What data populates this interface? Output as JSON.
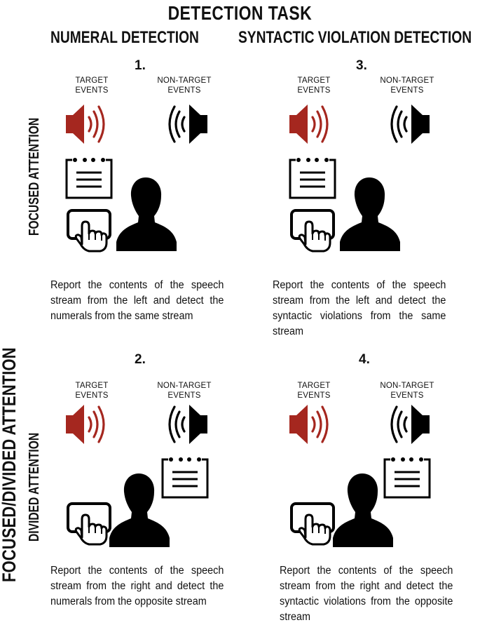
{
  "title": "DETECTION TASK",
  "columns": [
    "NUMERAL DETECTION",
    "SYNTACTIC VIOLATION DETECTION"
  ],
  "row_group_label": "FOCUSED/DIVIDED ATTENTION",
  "rows": [
    "FOCUSED ATTENTION",
    "DIVIDED ATTENTION"
  ],
  "colors": {
    "target_speaker": "#a5271f",
    "non_target_speaker": "#000000"
  },
  "panels": [
    {
      "number": "1.",
      "target_label": "TARGET\nEVENTS",
      "non_target_label": "NON-TARGET\nEVENTS",
      "description": "Report the contents of the speech stream from the left and detect the numerals from the same stream",
      "icons": [
        "speaker-red-icon",
        "speaker-black-icon",
        "document-icon",
        "touchpad-hand-icon",
        "person-silhouette-icon"
      ]
    },
    {
      "number": "2.",
      "target_label": "TARGET\nEVENTS",
      "non_target_label": "NON-TARGET\nEVENTS",
      "description": "Report the contents of the speech stream from the right and detect the numerals from the opposite stream",
      "icons": [
        "speaker-red-icon",
        "speaker-black-icon",
        "document-icon",
        "touchpad-hand-icon",
        "person-silhouette-icon"
      ]
    },
    {
      "number": "3.",
      "target_label": "TARGET\nEVENTS",
      "non_target_label": "NON-TARGET\nEVENTS",
      "description": "Report the contents of the speech stream from the left and detect the syntactic violations from the same stream",
      "icons": [
        "speaker-red-icon",
        "speaker-black-icon",
        "document-icon",
        "touchpad-hand-icon",
        "person-silhouette-icon"
      ]
    },
    {
      "number": "4.",
      "target_label": "TARGET\nEVENTS",
      "non_target_label": "NON-TARGET\nEVENTS",
      "description": "Report the contents of the speech stream from the right and detect the syntactic violations from the opposite stream",
      "icons": [
        "speaker-red-icon",
        "speaker-black-icon",
        "document-icon",
        "touchpad-hand-icon",
        "person-silhouette-icon"
      ]
    }
  ]
}
